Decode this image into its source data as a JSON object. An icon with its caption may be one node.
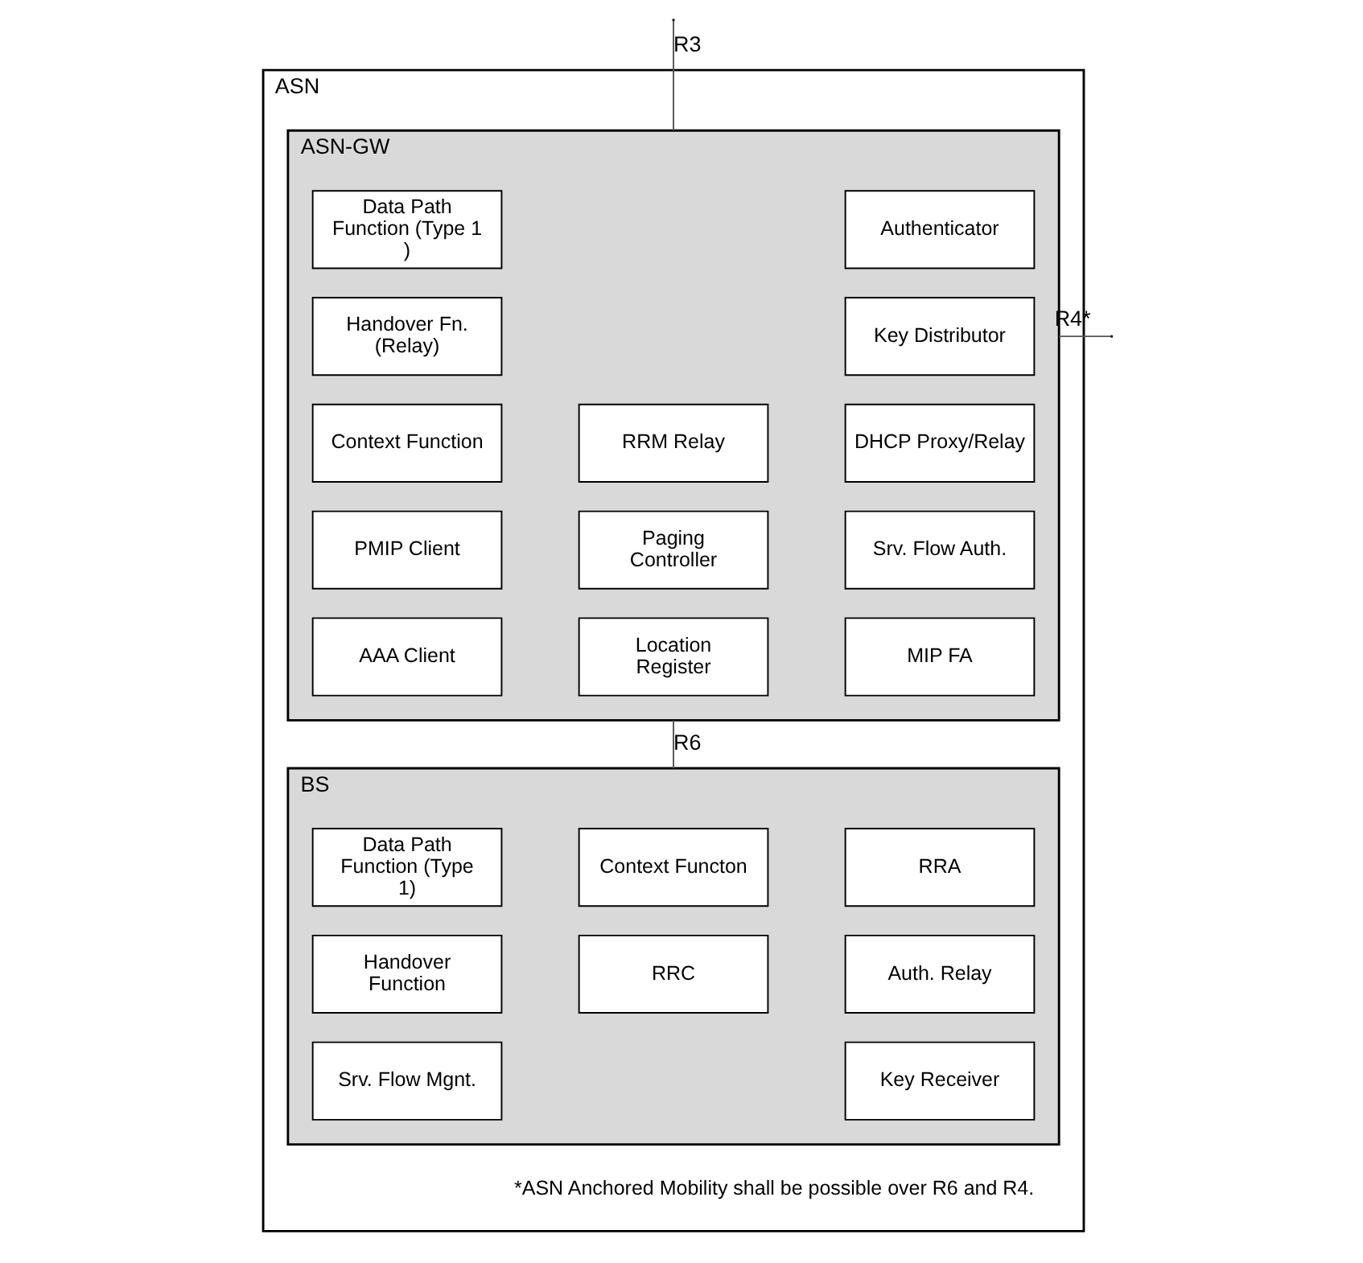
{
  "diagram": {
    "nodes": [
      {
        "text": [
          "ASN"
        ]
      },
      {
        "text": [
          "ASN-GW"
        ],
        "in": 0
      },
      {
        "text": [
          "Data Path Function (Type 1 )"
        ],
        "in": 1
      },
      {
        "text": [
          "Handover Fn. (Relay)"
        ],
        "in": 1
      },
      {
        "text": [
          "Context Function"
        ],
        "in": 1
      },
      {
        "text": [
          "PMIP Client"
        ],
        "in": 1
      },
      {
        "text": [
          "AAA Client"
        ],
        "in": 1
      },
      {
        "text": [
          "RRM Relay"
        ],
        "in": 1
      },
      {
        "text": [
          "Paging Controller"
        ],
        "in": 1
      },
      {
        "text": [
          "Location Register"
        ],
        "in": 1
      },
      {
        "text": [
          "Authenticator"
        ],
        "in": 1
      },
      {
        "text": [
          "Key Distributor"
        ],
        "in": 1
      },
      {
        "text": [
          "DHCP Proxy/Relay"
        ],
        "in": 1
      },
      {
        "text": [
          "Srv. Flow Auth."
        ],
        "in": 1
      },
      {
        "text": [
          "MIP FA"
        ],
        "in": 1
      },
      {
        "text": [
          "BS"
        ],
        "in": 0
      },
      {
        "text": [
          "Data Path Function (Type 1)"
        ],
        "in": 15
      },
      {
        "text": [
          "Context Functon"
        ],
        "in": 15
      },
      {
        "text": [
          "RRA"
        ],
        "in": 15
      },
      {
        "text": [
          "Handover Function"
        ],
        "in": 15
      },
      {
        "text": [
          "RRC"
        ],
        "in": 15
      },
      {
        "text": [
          "Auth. Relay"
        ],
        "in": 15
      },
      {
        "text": [
          "Srv. Flow Mgnt."
        ],
        "in": 15
      },
      {
        "text": [
          "Key Receiver"
        ],
        "in": 15
      }
    ],
    "edges": [
      {
        "from": null,
        "to": 1,
        "arrow": "none",
        "label": "R3"
      },
      {
        "from": 1,
        "to": null,
        "arrow": "none",
        "label": "R4*"
      },
      {
        "from": 1,
        "to": 15,
        "arrow": "none",
        "label": "R6"
      }
    ],
    "labels": [
      "*ASN Anchored Mobility shall be possible over R6 and R4."
    ]
  }
}
